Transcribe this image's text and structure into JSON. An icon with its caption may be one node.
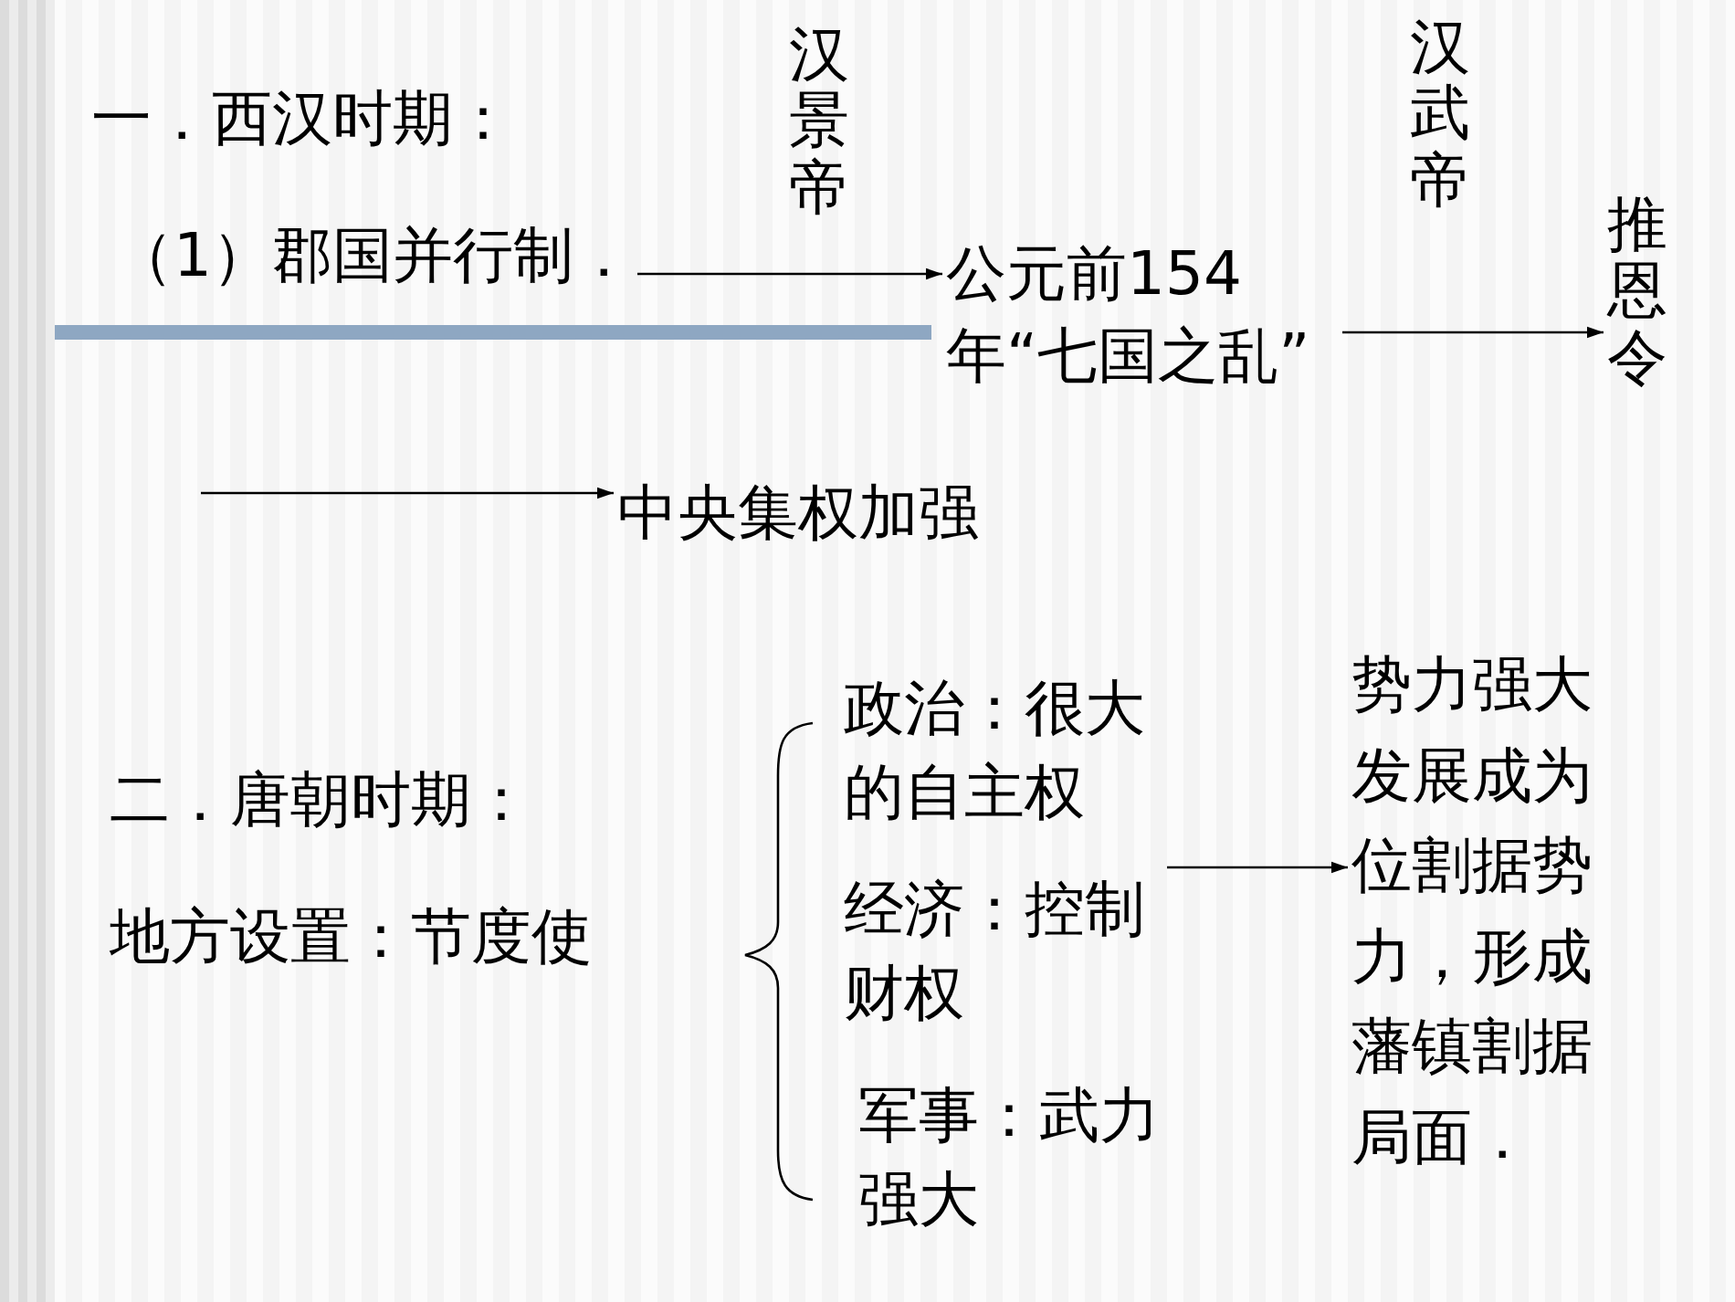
{
  "diagram": {
    "nodes": [
      {
        "text": [
          "（1）郡国并行制．"
        ]
      },
      {
        "text": [
          "公元前154年“七国之乱”"
        ]
      },
      {
        "text": [
          "推恩令"
        ]
      },
      {
        "text": [
          "中央集权加强"
        ]
      },
      {
        "text": [
          "地方设置：节度使"
        ]
      },
      {
        "text": [
          "政治：很大的自主权"
        ]
      },
      {
        "text": [
          "经济：控制财权"
        ]
      },
      {
        "text": [
          "军事：武力强大"
        ]
      },
      {
        "text": [
          "势力强大发展成为位割据势力，形成藩镇割据局面．"
        ]
      }
    ],
    "edges": [
      {
        "from": 0,
        "to": 1,
        "arrow": "to",
        "label": "汉景帝"
      },
      {
        "from": 1,
        "to": 2,
        "arrow": "to",
        "label": "汉武帝"
      },
      {
        "from": null,
        "to": 3,
        "arrow": "to"
      },
      {
        "from": 6,
        "to": 8,
        "arrow": "to"
      }
    ],
    "labels": [
      "一．西汉时期：",
      "二．唐朝时期："
    ]
  }
}
